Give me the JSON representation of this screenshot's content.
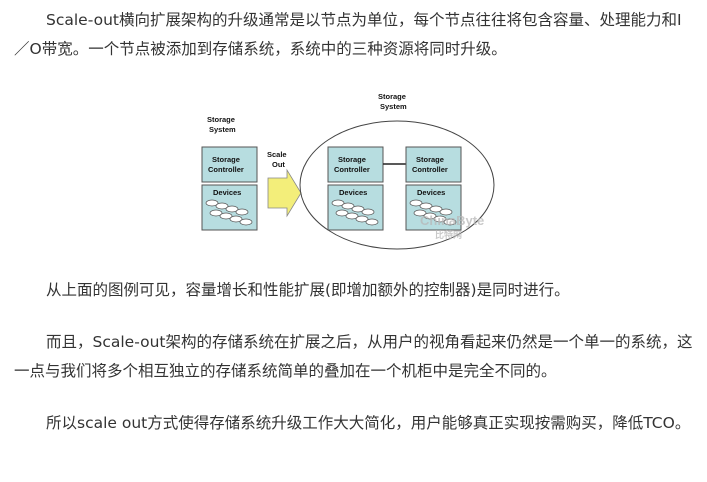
{
  "paragraphs": {
    "p1": "Scale-out横向扩展架构的升级通常是以节点为单位，每个节点往往将包含容量、处理能力和I／O带宽。一个节点被添加到存储系统，系统中的三种资源将同时升级。",
    "p2": "从上面的图例可见，容量增长和性能扩展(即增加额外的控制器)是同时进行。",
    "p3": "而且，Scale-out架构的存储系统在扩展之后，从用户的视角看起来仍然是一个单一的系统，这一点与我们将多个相互独立的存储系统简单的叠加在一个机柜中是完全不同的。",
    "p4": "所以scale out方式使得存储系统升级工作大大简化，用户能够真正实现按需购买，降低TCO。"
  },
  "figure": {
    "left_system_label_line1": "Storage",
    "left_system_label_line2": "System",
    "right_system_label_line1": "Storage",
    "right_system_label_line2": "System",
    "controller_line1": "Storage",
    "controller_line2": "Controller",
    "devices_label": "Devices",
    "arrow_label_line1": "Scale",
    "arrow_label_line2": "Out",
    "watermark_main": "ChinaByte",
    "watermark_sub": "比特网"
  },
  "colors": {
    "box_fill": "#b7dde0",
    "box_stroke": "#555555",
    "arrow_fill": "#f3ee7a",
    "ellipse_stroke": "#444444"
  }
}
